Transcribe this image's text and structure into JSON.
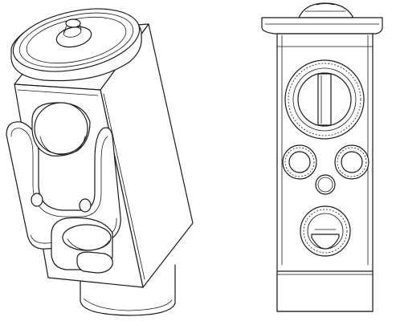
{
  "views": [
    {
      "key": "isometric",
      "parts": [
        "body-block",
        "diaphragm-cap",
        "mounting-flange",
        "inlet-bore",
        "outlet-bore",
        "bolt-hole-left",
        "bolt-hole-right",
        "bottom-spigot"
      ]
    },
    {
      "key": "front",
      "parts": [
        "top-knob",
        "top-flange",
        "front-face",
        "main-port",
        "slot",
        "left-port",
        "right-port",
        "center-port",
        "lower-port",
        "bottom-band"
      ]
    }
  ],
  "colors": {
    "line": "#1a1a1a",
    "fill": "#ffffff",
    "background": "#ffffff"
  }
}
